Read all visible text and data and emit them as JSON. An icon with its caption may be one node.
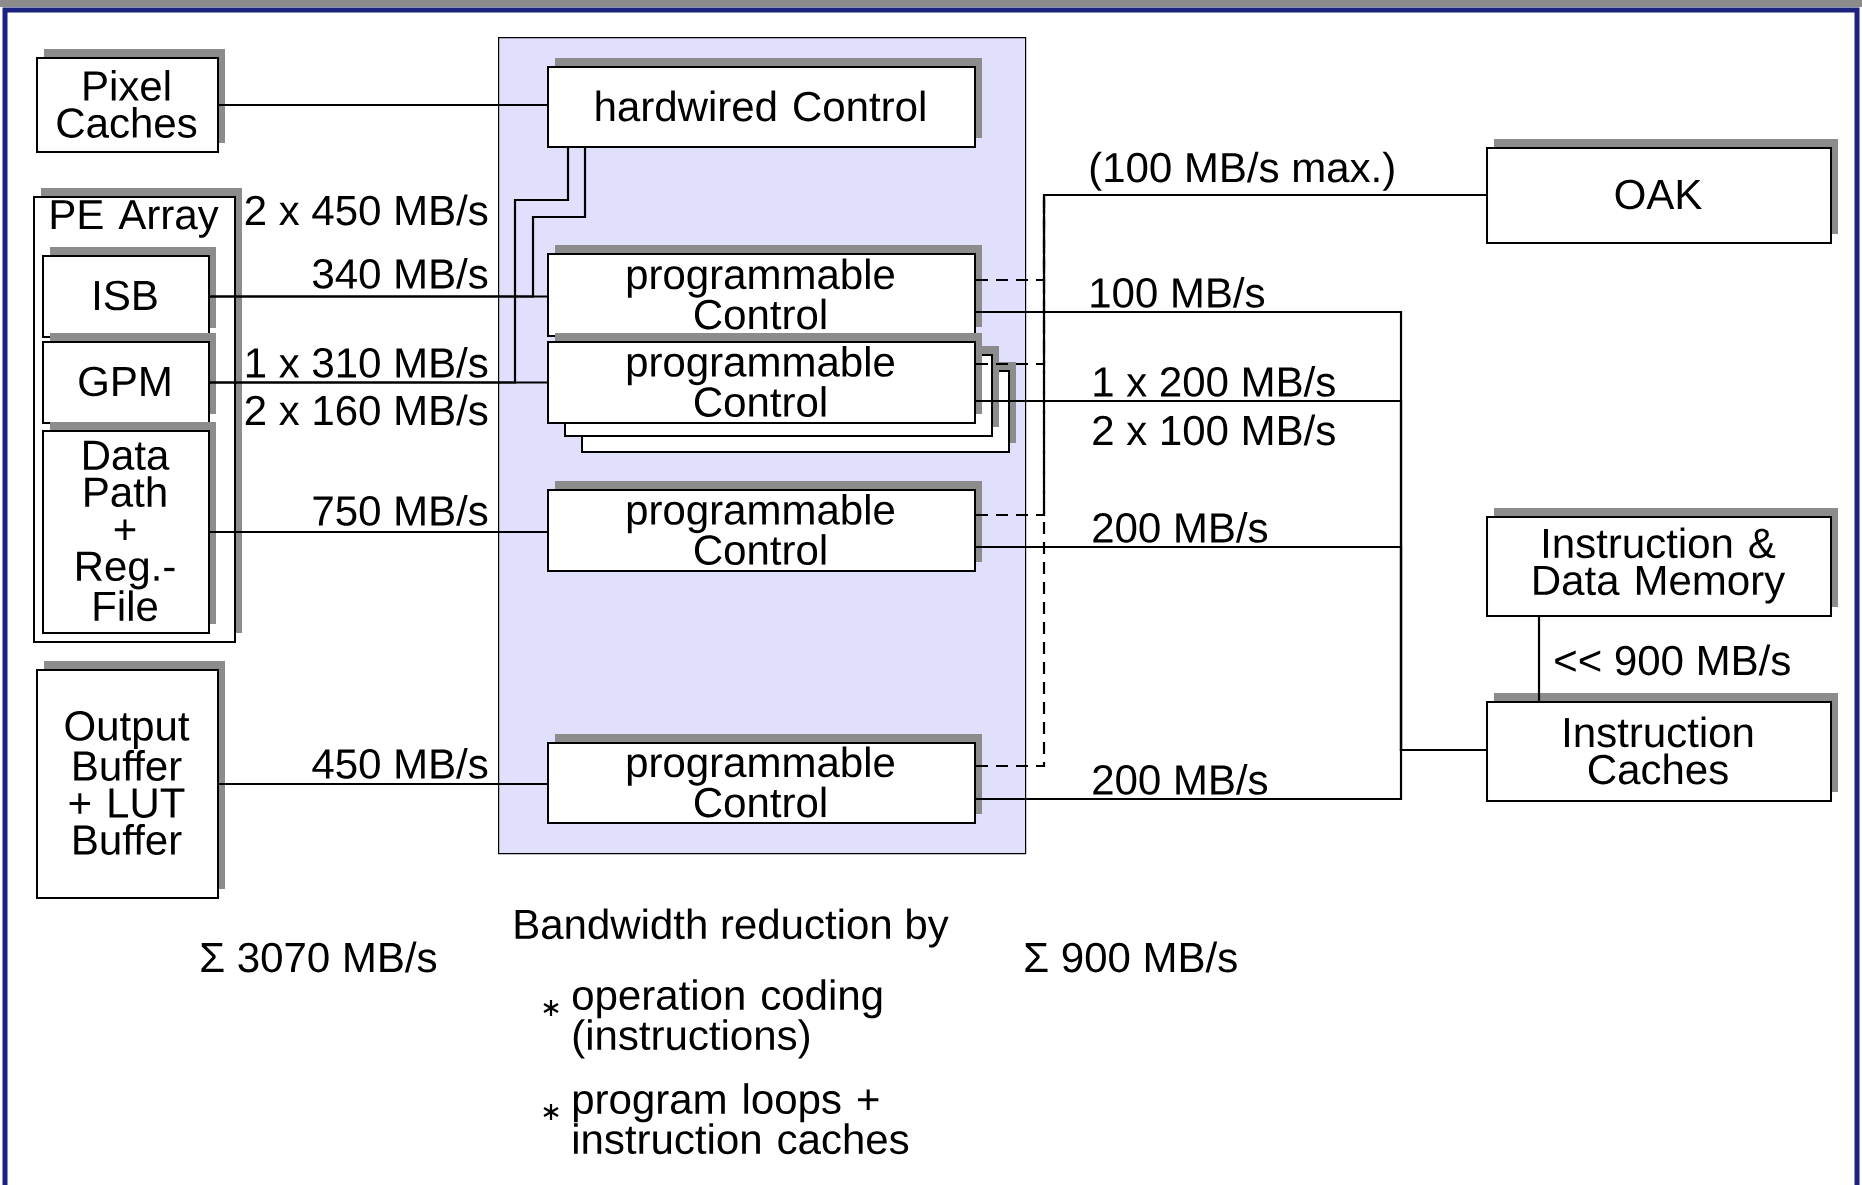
{
  "diagram": {
    "nodes": [
      {
        "text": [
          "Pixel Caches"
        ]
      },
      {
        "text": [
          "PE Array"
        ]
      },
      {
        "text": [
          "ISB"
        ],
        "in": 1
      },
      {
        "text": [
          "GPM"
        ],
        "in": 1
      },
      {
        "text": [
          "Data Path + Reg.- File"
        ],
        "in": 1
      },
      {
        "text": [
          "Output Buffer + LUT Buffer"
        ]
      },
      {
        "text": [],
        "shape": "box"
      },
      {
        "text": [
          "hardwired Control"
        ],
        "in": 6
      },
      {
        "text": [
          "programmable Control"
        ],
        "in": 6
      },
      {
        "text": [
          "programmable Control"
        ],
        "in": 6
      },
      {
        "text": [
          "programmable Control"
        ],
        "in": 6
      },
      {
        "text": [
          "programmable Control"
        ],
        "in": 6
      },
      {
        "text": [
          "OAK"
        ]
      },
      {
        "text": [
          "Instruction & Data Memory"
        ]
      },
      {
        "text": [
          "Instruction Caches"
        ]
      }
    ],
    "edges": [
      {
        "from": 0,
        "to": 7,
        "arrow": "none"
      },
      {
        "from": 7,
        "to": 2,
        "arrow": "none"
      },
      {
        "from": 7,
        "to": 3,
        "arrow": "none"
      },
      {
        "from": 2,
        "to": 8,
        "arrow": "none",
        "label": "340 MB/s"
      },
      {
        "from": 3,
        "to": 9,
        "arrow": "none",
        "label": "1 x 310 MB/s"
      },
      {
        "from": 4,
        "to": 10,
        "arrow": "none",
        "label": "750 MB/s"
      },
      {
        "from": 5,
        "to": 11,
        "arrow": "none",
        "label": "450 MB/s"
      },
      {
        "from": 8,
        "to": 12,
        "arrow": "none",
        "style": "dashed",
        "label": "(100 MB/s max.)"
      },
      {
        "from": 9,
        "to": 12,
        "arrow": "none",
        "style": "dashed"
      },
      {
        "from": 10,
        "to": 12,
        "arrow": "none",
        "style": "dashed"
      },
      {
        "from": 11,
        "to": 12,
        "arrow": "none",
        "style": "dashed"
      },
      {
        "from": 8,
        "to": 14,
        "arrow": "none",
        "label": "100 MB/s"
      },
      {
        "from": 9,
        "to": 14,
        "arrow": "none",
        "label": "1 x 200 MB/s"
      },
      {
        "from": 10,
        "to": 14,
        "arrow": "none",
        "label": "200 MB/s"
      },
      {
        "from": 11,
        "to": 14,
        "arrow": "none",
        "label": "200 MB/s"
      },
      {
        "from": 13,
        "to": 14,
        "arrow": "none",
        "label": "<< 900 MB/s"
      }
    ],
    "labels": [
      "2 x 450 MB/s",
      "2 x 160 MB/s",
      "2 x 100 MB/s",
      "Σ 3070 MB/s",
      "Bandwidth reduction by",
      "Σ 900 MB/s",
      "operation coding (instructions)",
      "program loops + instruction caches"
    ]
  }
}
